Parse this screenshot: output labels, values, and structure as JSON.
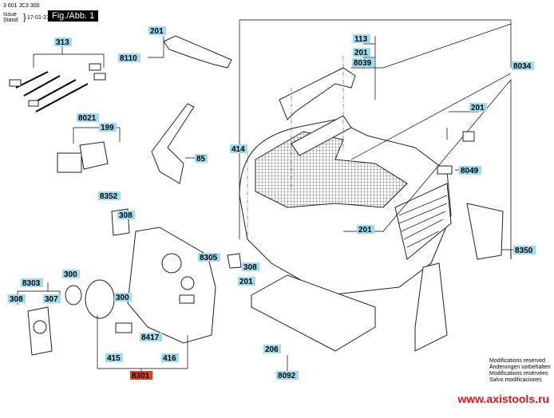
{
  "header": {
    "doc_number": "3 601 JC3 300",
    "issue_label": "Issue",
    "stand_label": "Stand",
    "date": "17-01-21",
    "figure": "Fig./Abb. 1"
  },
  "colors": {
    "label_bg": "#9fdcef",
    "highlight_bg": "#e0401f",
    "watermark": "#e0161b"
  },
  "labels": [
    {
      "text": "313"
    },
    {
      "text": "201"
    },
    {
      "text": "8110"
    },
    {
      "text": "8021"
    },
    {
      "text": "199"
    },
    {
      "text": "85"
    },
    {
      "text": "414"
    },
    {
      "text": "113"
    },
    {
      "text": "201"
    },
    {
      "text": "8039"
    },
    {
      "text": "8034"
    },
    {
      "text": "201"
    },
    {
      "text": "8049"
    },
    {
      "text": "8352"
    },
    {
      "text": "308"
    },
    {
      "text": "201"
    },
    {
      "text": "8350"
    },
    {
      "text": "8305"
    },
    {
      "text": "308"
    },
    {
      "text": "201"
    },
    {
      "text": "300"
    },
    {
      "text": "8303"
    },
    {
      "text": "308"
    },
    {
      "text": "307"
    },
    {
      "text": "300"
    },
    {
      "text": "8417"
    },
    {
      "text": "206"
    },
    {
      "text": "415"
    },
    {
      "text": "416"
    },
    {
      "text": "8301",
      "highlight": true
    },
    {
      "text": "8092"
    }
  ],
  "modifications": [
    "Modifications reserved",
    "Änderungen vorbehalten",
    "Modifications resérvées",
    "Salvo modificaciones"
  ],
  "watermark": "www.axistools.ru"
}
